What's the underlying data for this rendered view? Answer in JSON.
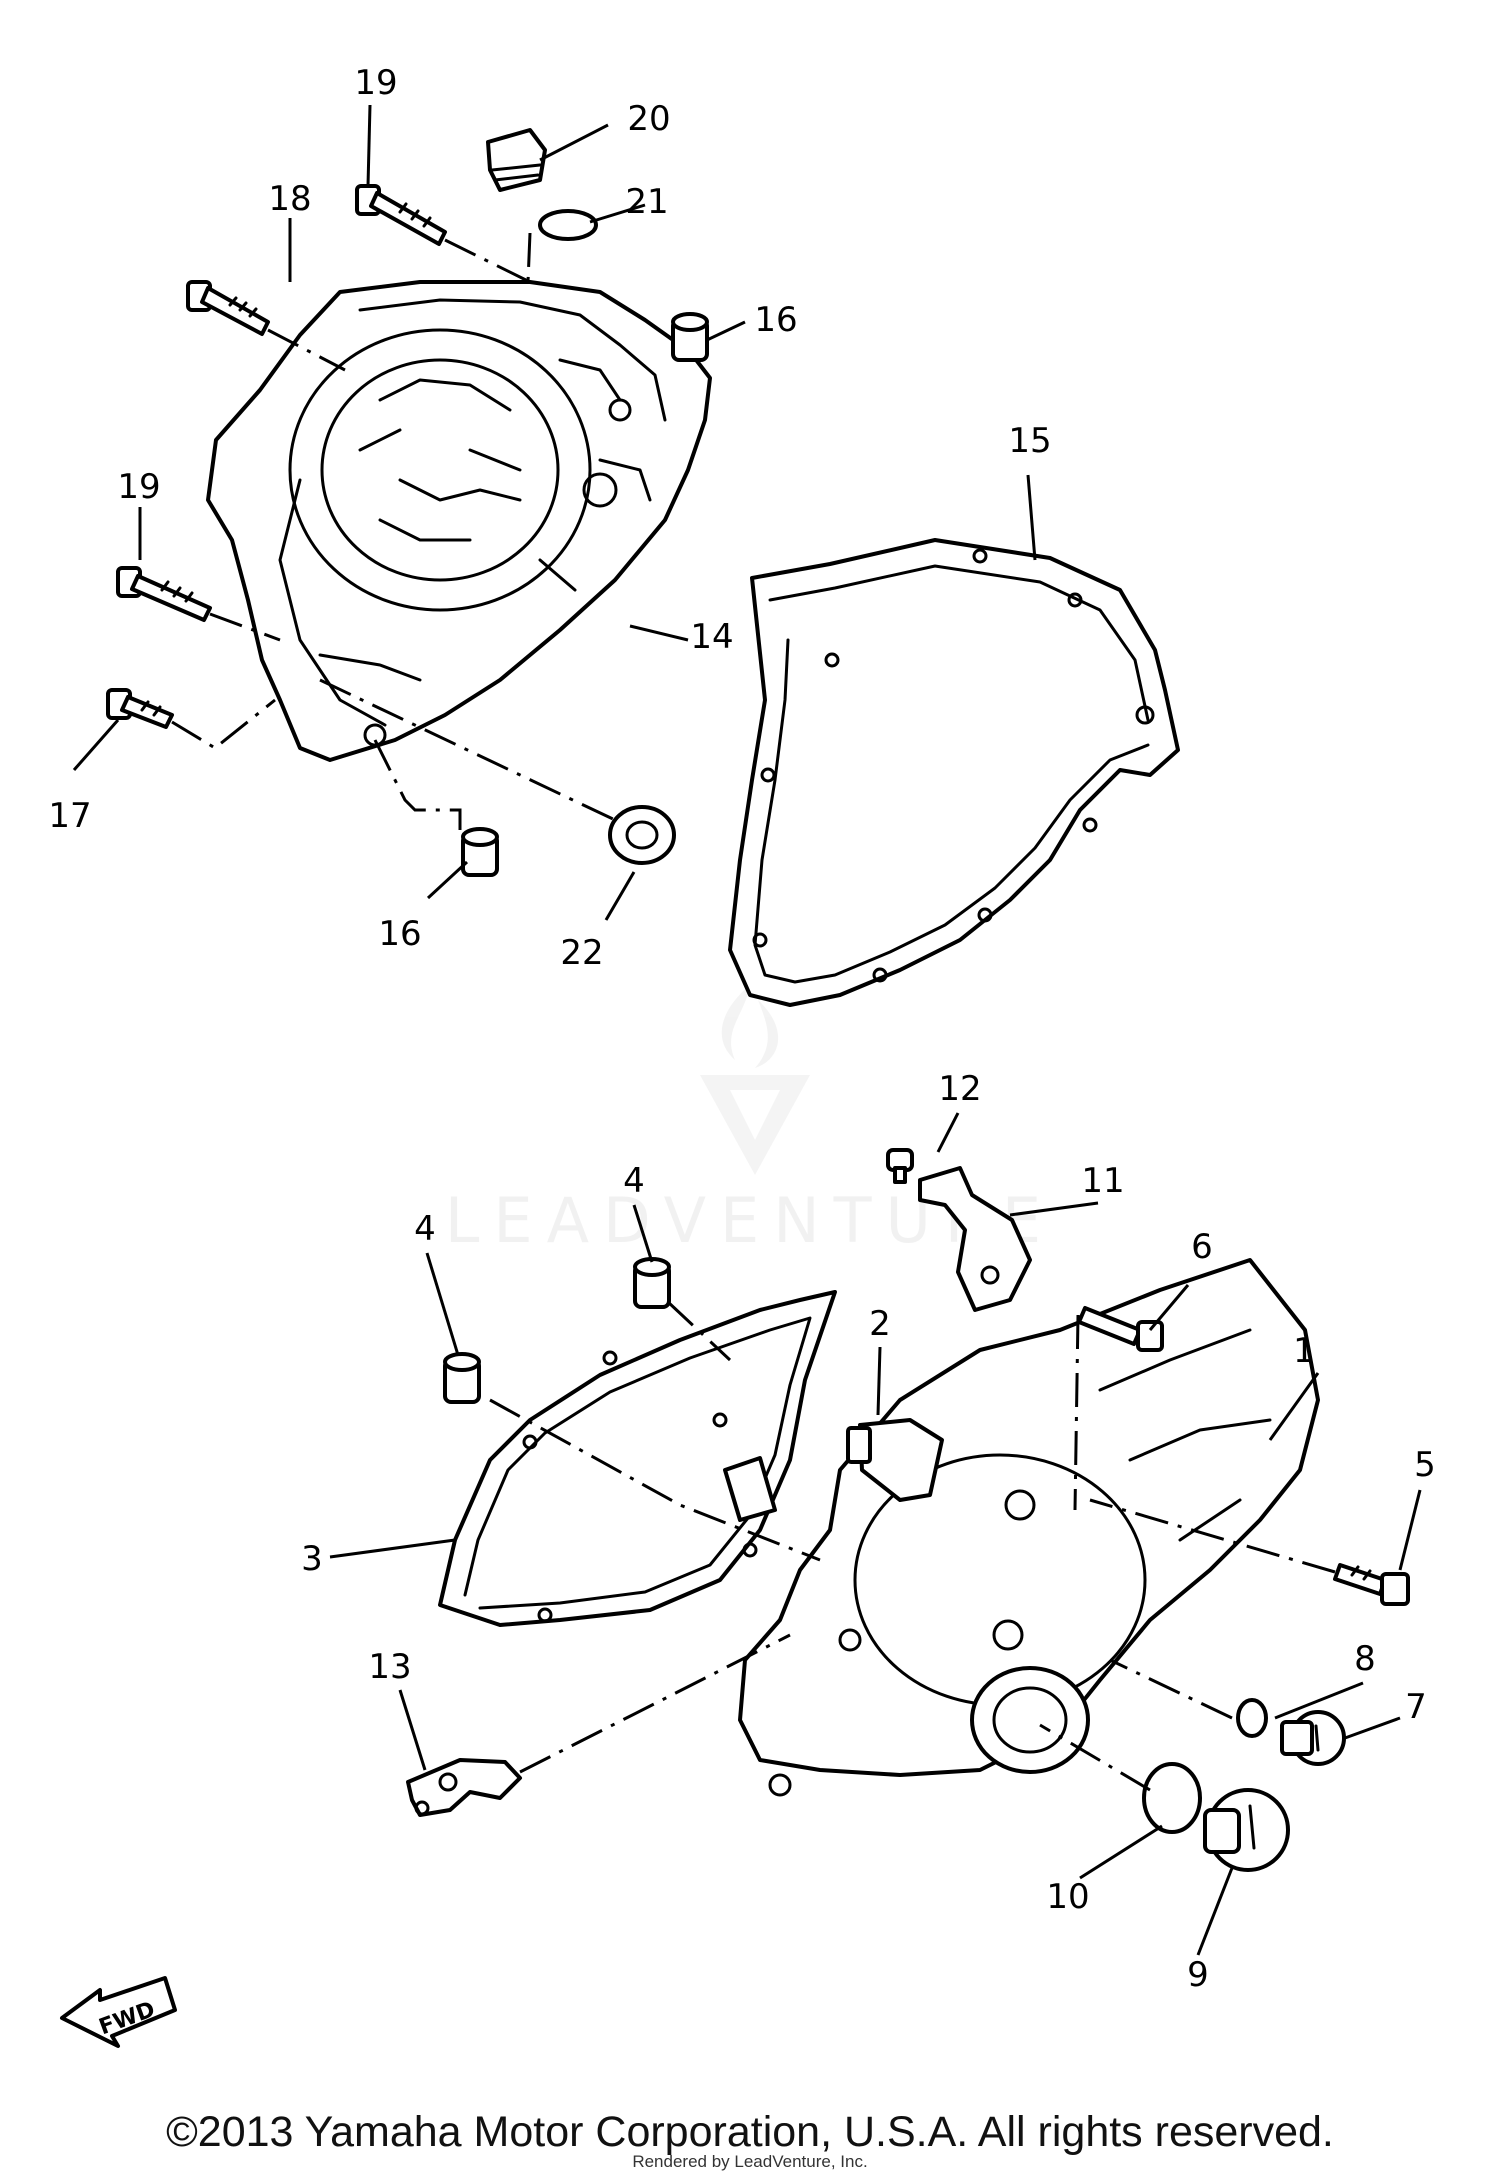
{
  "callouts": [
    {
      "id": "p1",
      "label": "1"
    },
    {
      "id": "p2",
      "label": "2"
    },
    {
      "id": "p3",
      "label": "3"
    },
    {
      "id": "p4a",
      "label": "4"
    },
    {
      "id": "p4b",
      "label": "4"
    },
    {
      "id": "p5",
      "label": "5"
    },
    {
      "id": "p6",
      "label": "6"
    },
    {
      "id": "p7",
      "label": "7"
    },
    {
      "id": "p8",
      "label": "8"
    },
    {
      "id": "p9",
      "label": "9"
    },
    {
      "id": "p10",
      "label": "10"
    },
    {
      "id": "p11",
      "label": "11"
    },
    {
      "id": "p12",
      "label": "12"
    },
    {
      "id": "p13",
      "label": "13"
    },
    {
      "id": "p14",
      "label": "14"
    },
    {
      "id": "p15",
      "label": "15"
    },
    {
      "id": "p16a",
      "label": "16"
    },
    {
      "id": "p16b",
      "label": "16"
    },
    {
      "id": "p17",
      "label": "17"
    },
    {
      "id": "p18",
      "label": "18"
    },
    {
      "id": "p19a",
      "label": "19"
    },
    {
      "id": "p19b",
      "label": "19"
    },
    {
      "id": "p20",
      "label": "20"
    },
    {
      "id": "p21",
      "label": "21"
    },
    {
      "id": "p22",
      "label": "22"
    }
  ],
  "direction_badge": "FWD",
  "watermark": "LEADVENTURE",
  "copyright": "©2013 Yamaha Motor Corporation, U.S.A. All rights reserved.",
  "rendered_by": "Rendered by LeadVenture, Inc."
}
